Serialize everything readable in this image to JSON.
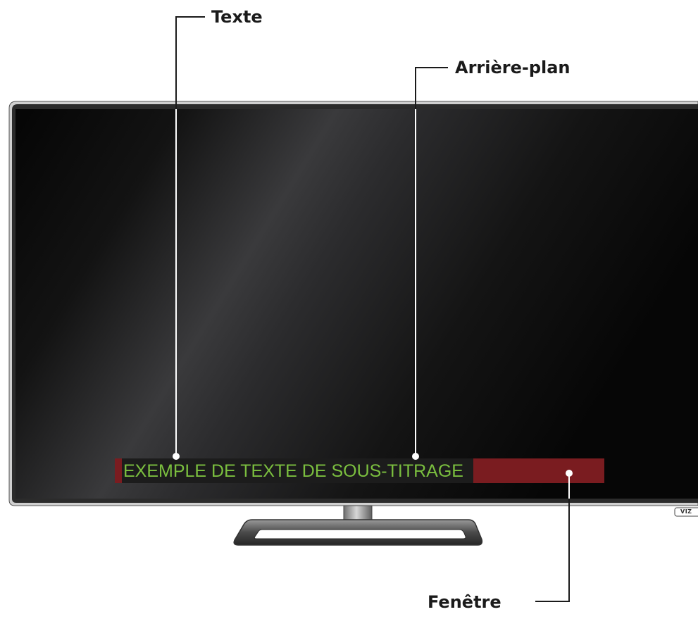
{
  "callouts": {
    "text": "Texte",
    "background": "Arrière-plan",
    "window": "Fenêtre"
  },
  "caption": {
    "sample_text": "EXEMPLE DE TEXTE DE SOUS-TITRAGE"
  },
  "tv": {
    "brand": "VIZ"
  },
  "colors": {
    "caption_text": "#7bbf3f",
    "caption_window": "#7a1c20",
    "caption_background": "#1c1c1c",
    "screen_dark": "#050505",
    "screen_glare": "#3a3a3c",
    "bezel": "#2b2b2b",
    "leader_line": "#1a1a1a"
  }
}
